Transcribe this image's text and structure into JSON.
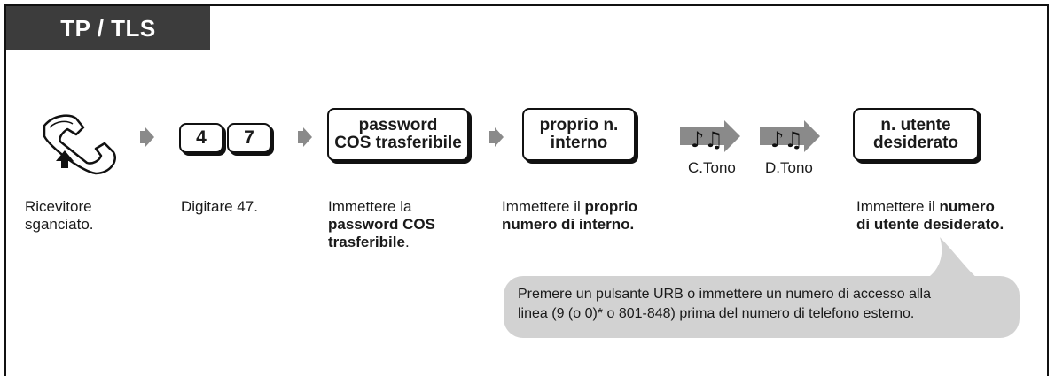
{
  "header": {
    "title": "TP / TLS"
  },
  "steps": {
    "offhook": {
      "icon": "handset-offhook-icon",
      "desc_line1": "Ricevitore",
      "desc_line2": "sganciato."
    },
    "dial": {
      "key1": "4",
      "key2": "7",
      "desc": "Digitare 47."
    },
    "password": {
      "button_line1": "password",
      "button_line2": "COS trasferibile",
      "desc_line1": "Immettere la",
      "desc_bold1": "password COS",
      "desc_bold2": "trasferibile",
      "desc_end": "."
    },
    "extension": {
      "button_line1": "proprio n.",
      "button_line2": "interno",
      "desc_line1": "Immettere il ",
      "desc_bold1": "proprio",
      "desc_bold2": "numero di interno."
    },
    "tones": {
      "c_tone": "C.Tono",
      "d_tone": "D.Tono"
    },
    "user": {
      "button_line1": "n. utente",
      "button_line2": "desiderato",
      "desc_line1": "Immettere il ",
      "desc_bold1": "numero",
      "desc_bold2": "di utente desiderato."
    }
  },
  "note": {
    "line1": "Premere un pulsante URB o immettere un numero di accesso alla",
    "line2": "linea (9 (o 0)* o 801-848) prima del numero di telefono esterno."
  },
  "colors": {
    "header_bg": "#3c3c3c",
    "arrow": "#8a8a8a",
    "note_bg": "#d2d2d2"
  }
}
